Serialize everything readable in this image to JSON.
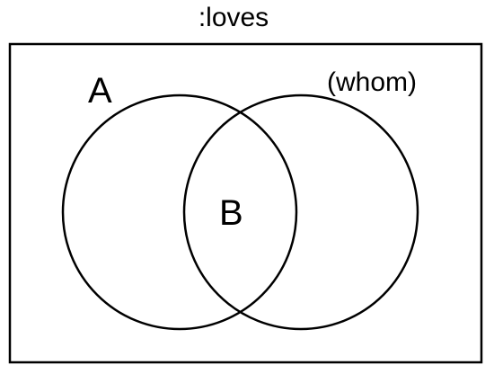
{
  "diagram": {
    "title": ":loves",
    "left_set_label": "A",
    "right_set_label": "(whom)",
    "intersection_label": "B"
  }
}
